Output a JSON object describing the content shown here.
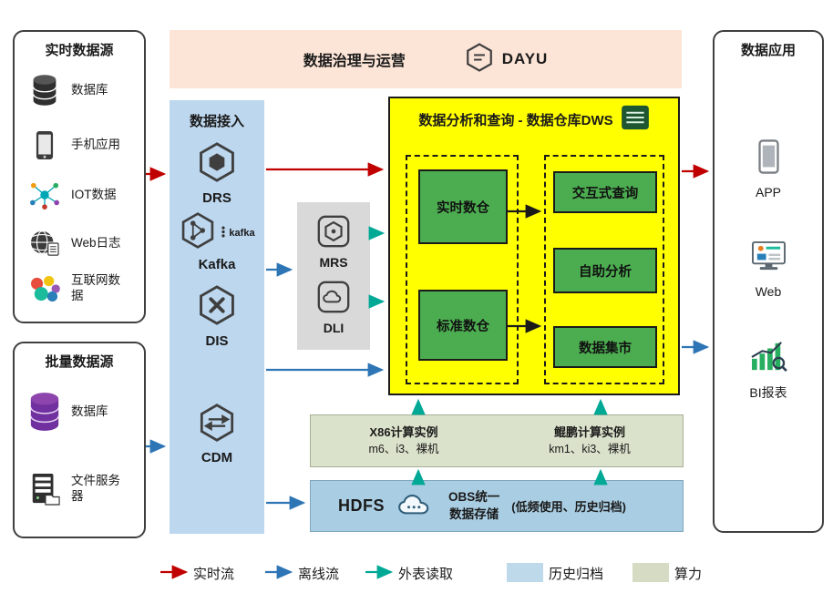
{
  "colors": {
    "red": "#c00000",
    "blue": "#2e75b6",
    "teal": "#00a896",
    "yellow": "#ffff00",
    "green": "#4cad50",
    "peach": "#fce4d6",
    "access_blue": "#bdd7ee",
    "gray_box": "#d9d9d9",
    "compute_olive": "#dbe2cb",
    "hdfs_blue": "#a9cde2",
    "purple_db": "#7030a0",
    "dws_icon_green": "#1e5631",
    "legend_archive": "#bdd9ea",
    "legend_compute": "#d6dcc4"
  },
  "realtime_sources": {
    "title": "实时数据源",
    "items": [
      {
        "label": "数据库",
        "icon": "database-icon"
      },
      {
        "label": "手机应用",
        "icon": "phone-icon"
      },
      {
        "label": "IOT数据",
        "icon": "iot-icon"
      },
      {
        "label": "Web日志",
        "icon": "globe-log-icon"
      },
      {
        "label": "互联网数据",
        "icon": "internet-data-icon"
      }
    ]
  },
  "batch_sources": {
    "title": "批量数据源",
    "items": [
      {
        "label": "数据库",
        "icon": "database-purple-icon"
      },
      {
        "label": "文件服务器",
        "icon": "file-server-icon"
      }
    ]
  },
  "governance": {
    "title": "数据治理与运营",
    "logo_text": "DAYU"
  },
  "data_access": {
    "title": "数据接入",
    "services": [
      {
        "label": "DRS"
      },
      {
        "label": "Kafka",
        "wordmark": "kafka"
      },
      {
        "label": "DIS"
      },
      {
        "label": "CDM"
      }
    ]
  },
  "analytics_engines": {
    "services": [
      {
        "label": "MRS"
      },
      {
        "label": "DLI"
      }
    ]
  },
  "dws": {
    "title": "数据分析和查询 - 数据仓库DWS",
    "warehouses": [
      "实时数仓",
      "标准数仓"
    ],
    "capabilities": [
      "交互式查询",
      "自助分析",
      "数据集市"
    ]
  },
  "compute": {
    "x86": {
      "title": "X86计算实例",
      "instances": "m6、i3、裸机"
    },
    "kunpeng": {
      "title": "鲲鹏计算实例",
      "instances": "km1、ki3、裸机"
    }
  },
  "storage": {
    "hdfs": "HDFS",
    "obs_line1": "OBS统一",
    "obs_line2": "数据存储",
    "note": "(低频使用、历史归档)"
  },
  "applications": {
    "title": "数据应用",
    "items": [
      {
        "label": "APP",
        "icon": "smartphone-icon"
      },
      {
        "label": "Web",
        "icon": "web-monitor-icon"
      },
      {
        "label": "BI报表",
        "icon": "bi-chart-icon"
      }
    ]
  },
  "legend": {
    "realtime_flow": "实时流",
    "offline_flow": "离线流",
    "external_read": "外表读取",
    "history_archive": "历史归档",
    "compute_power": "算力"
  }
}
